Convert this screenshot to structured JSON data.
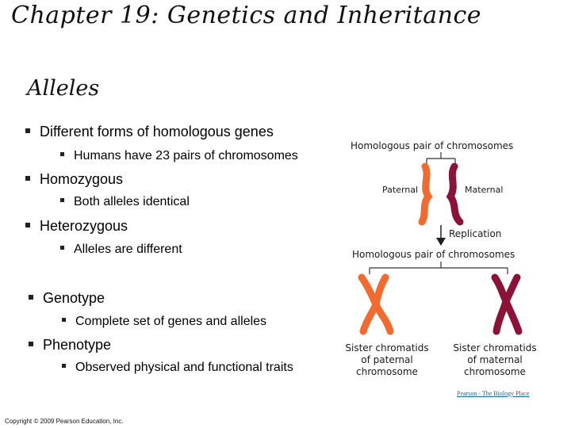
{
  "slide": {
    "title": "Chapter 19: Genetics and Inheritance",
    "subtitle": "Alleles",
    "bullets": [
      {
        "text": "Different forms of homologous genes",
        "sub": "Humans have 23 pairs of chromosomes"
      },
      {
        "text": "Homozygous",
        "sub": "Both alleles identical"
      },
      {
        "text": "Heterozygous",
        "sub": "Alleles are different"
      },
      {
        "text": "Genotype",
        "sub": "Complete set of genes and alleles"
      },
      {
        "text": "Phenotype",
        "sub": "Observed physical and functional traits"
      }
    ],
    "diagram": {
      "top_label": "Homologous pair of chromosomes",
      "paternal": "Paternal",
      "maternal": "Maternal",
      "replication": "Replication",
      "bottom_label": "Homologous pair of chromosomes",
      "left_caption": [
        "Sister chromatids",
        "of paternal",
        "chromosome"
      ],
      "right_caption": [
        "Sister chromatids",
        "of maternal",
        "chromosome"
      ],
      "colors": {
        "paternal": "#f26a2e",
        "maternal": "#8c1238"
      }
    },
    "credit": "Pearson - The Biology Place",
    "copyright": "Copyright © 2009 Pearson Education, Inc."
  }
}
